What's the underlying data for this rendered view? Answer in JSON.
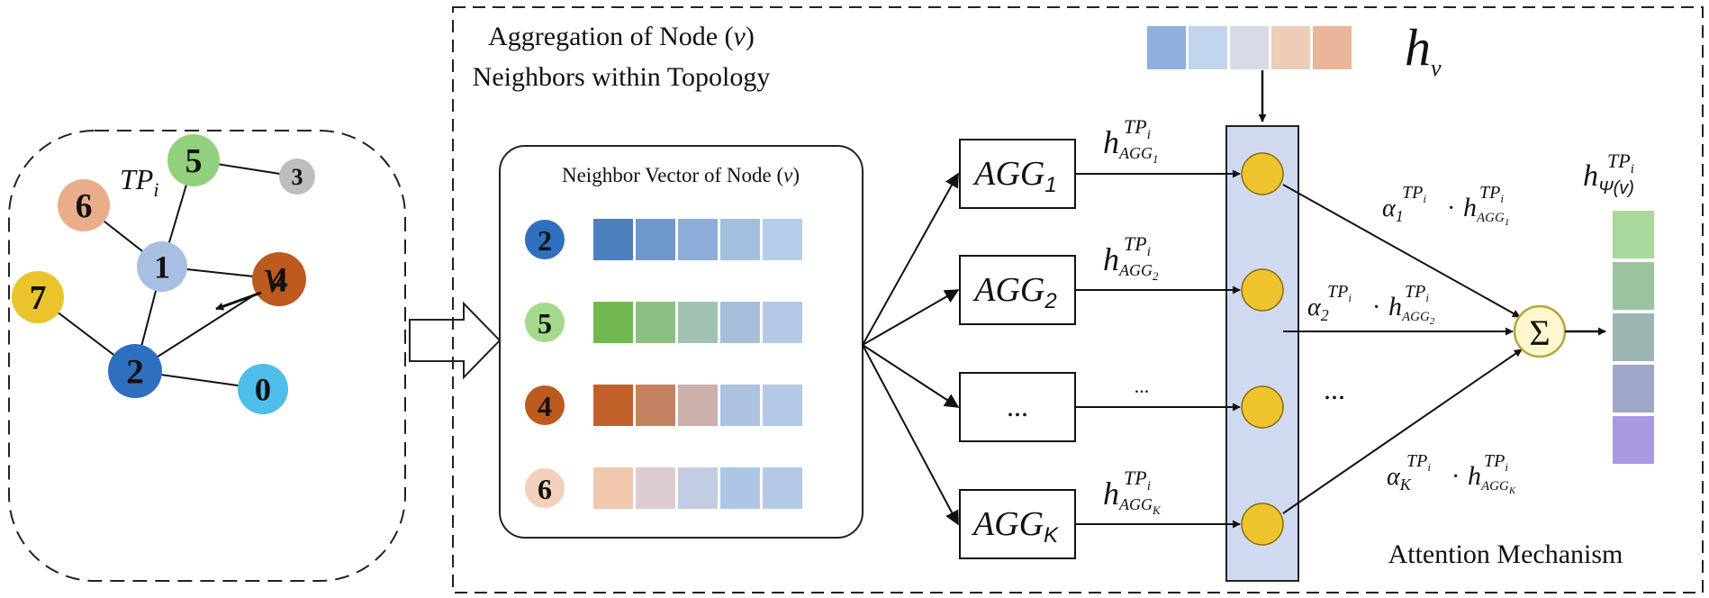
{
  "topology": {
    "label_base": "TP",
    "label_sub": "i",
    "target_label": "v",
    "nodes": [
      {
        "id": "0",
        "color": "#4fbde9"
      },
      {
        "id": "1",
        "color": "#a7bfe3"
      },
      {
        "id": "2",
        "color": "#2e6fbf"
      },
      {
        "id": "3",
        "color": "#bdbdbd"
      },
      {
        "id": "4",
        "color": "#bd5a1e"
      },
      {
        "id": "5",
        "color": "#93d07e"
      },
      {
        "id": "6",
        "color": "#e9ad8a"
      },
      {
        "id": "7",
        "color": "#eac42a"
      }
    ],
    "edges": [
      [
        "5",
        "3"
      ],
      [
        "5",
        "1"
      ],
      [
        "6",
        "1"
      ],
      [
        "1",
        "4"
      ],
      [
        "1",
        "2"
      ],
      [
        "7",
        "2"
      ],
      [
        "2",
        "4"
      ],
      [
        "2",
        "0"
      ]
    ]
  },
  "aggregation": {
    "title_line1": "Aggregation of Node (",
    "title_var": "v",
    "title_line1_end": ")",
    "title_line2": "Neighbors within Topology"
  },
  "neighbor_panel": {
    "title_prefix": "Neighbor Vector of Node (",
    "title_var": "v",
    "title_suffix": ")",
    "rows": [
      {
        "node": "2",
        "node_color": "#2e6fbf",
        "cells": [
          "#4b7fbd",
          "#6e98cc",
          "#8badd7",
          "#a2bfe0",
          "#b6cde8"
        ]
      },
      {
        "node": "5",
        "node_color": "#a5d98e",
        "cells": [
          "#6fb950",
          "#8cc080",
          "#a1c2b2",
          "#a6bfd8",
          "#b3c9e6"
        ]
      },
      {
        "node": "4",
        "node_color": "#bd5a1e",
        "cells": [
          "#c2602a",
          "#c58260",
          "#cbb0ab",
          "#acc2e0",
          "#b3c9e6"
        ]
      },
      {
        "node": "6",
        "node_color": "#f3d0bb",
        "cells": [
          "#f0c8ae",
          "#dcccd0",
          "#c2cde2",
          "#aec6e6",
          "#b3c9e6"
        ]
      }
    ]
  },
  "aggregators": [
    {
      "base": "AGG",
      "sub": "1",
      "kind": "agg"
    },
    {
      "base": "AGG",
      "sub": "2",
      "kind": "agg"
    },
    {
      "base": "...",
      "sub": "",
      "kind": "ellipsis"
    },
    {
      "base": "AGG",
      "sub": "K",
      "kind": "agg"
    }
  ],
  "agg_outputs": [
    {
      "h": "h",
      "sup": "TP",
      "sup_sub": "i",
      "sub": "AGG",
      "sub_sub": "1"
    },
    {
      "h": "h",
      "sup": "TP",
      "sup_sub": "i",
      "sub": "AGG",
      "sub_sub": "2"
    },
    {
      "h": "...",
      "sup": "",
      "sup_sub": "",
      "sub": "",
      "sub_sub": ""
    },
    {
      "h": "h",
      "sup": "TP",
      "sup_sub": "i",
      "sub": "AGG",
      "sub_sub": "K"
    }
  ],
  "hv": {
    "label": "h",
    "sub": "v",
    "cells": [
      "#8fb0de",
      "#c2d4ee",
      "#d8dbe6",
      "#eccdb8",
      "#e9b69a"
    ]
  },
  "attention": {
    "label": "Attention Mechanism",
    "ellipsis": "...",
    "weights": [
      {
        "alpha": "α",
        "alpha_sub": "1",
        "sup": "TP",
        "sup_sub": "i",
        "dot": "·",
        "h": "h",
        "h_sup": "TP",
        "h_sup_sub": "i",
        "h_sub": "AGG",
        "h_sub_sub": "1"
      },
      {
        "alpha": "α",
        "alpha_sub": "2",
        "sup": "TP",
        "sup_sub": "i",
        "dot": "·",
        "h": "h",
        "h_sup": "TP",
        "h_sup_sub": "i",
        "h_sub": "AGG",
        "h_sub_sub": "2"
      },
      {
        "alpha": "α",
        "alpha_sub": "K",
        "sup": "TP",
        "sup_sub": "i",
        "dot": "·",
        "h": "h",
        "h_sup": "TP",
        "h_sup_sub": "i",
        "h_sub": "AGG",
        "h_sub_sub": "K"
      }
    ],
    "node_color": "#eec32e"
  },
  "sum": {
    "symbol": "Σ",
    "color": "#fdf6cf"
  },
  "output": {
    "h": "h",
    "sup": "TP",
    "sup_sub": "i",
    "sub": "Ψ(v)",
    "cells": [
      "#a8d89a",
      "#9cc3a0",
      "#9cb5b0",
      "#9ea8c6",
      "#a999e0"
    ]
  }
}
